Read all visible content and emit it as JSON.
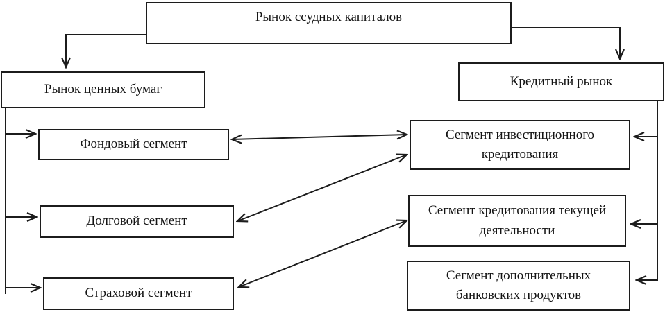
{
  "diagram": {
    "title": "Рынок ссудных капиталов",
    "colors": {
      "line": "#1c1c1c",
      "box_border": "#1c1c1c",
      "box_fill": "#ffffff",
      "background": "#ffffff"
    },
    "nodes": {
      "loan_capital_market": {
        "label": "Рынок ссудных капиталов"
      },
      "securities_market": {
        "label": "Рынок ценных бумаг"
      },
      "credit_market": {
        "label": "Кредитный рынок"
      },
      "stock_segment": {
        "label": "Фондовый сегмент"
      },
      "debt_segment": {
        "label": "Долговой сегмент"
      },
      "insurance_segment": {
        "label": "Страховой сегмент"
      },
      "investment_lending_segment": {
        "label": "Сегмент инвестиционного кредитования"
      },
      "current_activity_lending_segment": {
        "label": "Сегмент кредитования текущей деятельности"
      },
      "additional_banking_products_segment": {
        "label": "Сегмент дополнительных банковских продуктов"
      }
    },
    "edges": [
      {
        "from": "loan_capital_market",
        "to": "securities_market",
        "direction": "one-way"
      },
      {
        "from": "loan_capital_market",
        "to": "credit_market",
        "direction": "one-way"
      },
      {
        "from": "securities_market",
        "to": "stock_segment",
        "direction": "one-way"
      },
      {
        "from": "securities_market",
        "to": "debt_segment",
        "direction": "one-way"
      },
      {
        "from": "securities_market",
        "to": "insurance_segment",
        "direction": "one-way"
      },
      {
        "from": "credit_market",
        "to": "investment_lending_segment",
        "direction": "one-way"
      },
      {
        "from": "credit_market",
        "to": "current_activity_lending_segment",
        "direction": "one-way"
      },
      {
        "from": "credit_market",
        "to": "additional_banking_products_segment",
        "direction": "one-way"
      },
      {
        "from": "stock_segment",
        "to": "investment_lending_segment",
        "direction": "two-way"
      },
      {
        "from": "debt_segment",
        "to": "investment_lending_segment",
        "direction": "two-way"
      },
      {
        "from": "insurance_segment",
        "to": "current_activity_lending_segment",
        "direction": "two-way"
      }
    ]
  }
}
